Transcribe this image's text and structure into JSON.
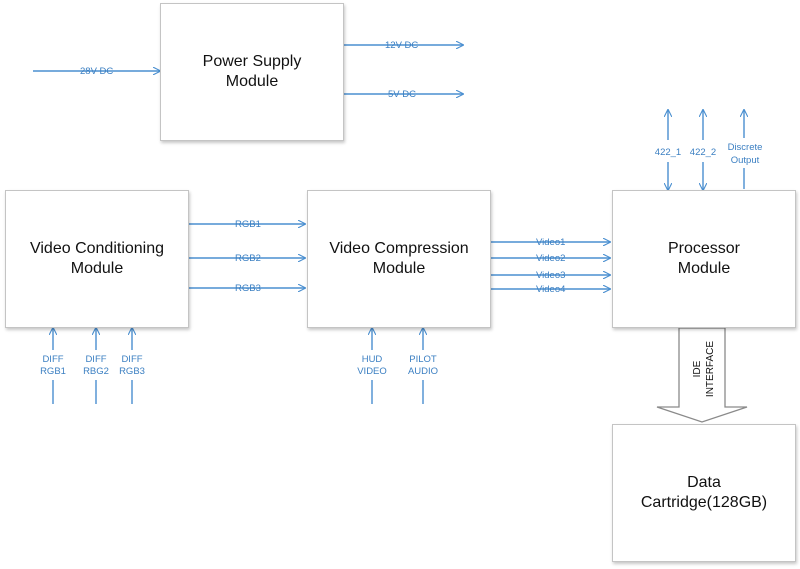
{
  "colors": {
    "arrow": "#4a8fd0",
    "label": "#3b7fc2",
    "box_border": "#c4c4c4",
    "text": "#111111"
  },
  "boxes": {
    "power_supply": "Power Supply\nModule",
    "video_conditioning": "Video Conditioning\nModule",
    "video_compression": "Video Compression\nModule",
    "processor": "Processor\nModule",
    "data_cartridge": "Data\nCartridge(128GB)"
  },
  "power": {
    "input": "28V DC",
    "out_12v": "12V DC",
    "out_5v": "5V DC"
  },
  "rgb": [
    "RGB1",
    "RGB2",
    "RGB3"
  ],
  "video": [
    "Video1",
    "Video2",
    "Video3",
    "Video4"
  ],
  "conditioning_inputs": [
    {
      "line1": "DIFF",
      "line2": "RGB1"
    },
    {
      "line1": "DIFF",
      "line2": "RBG2"
    },
    {
      "line1": "DIFF",
      "line2": "RGB3"
    }
  ],
  "compression_inputs": [
    {
      "line1": "HUD",
      "line2": "VIDEO"
    },
    {
      "line1": "PILOT",
      "line2": "AUDIO"
    }
  ],
  "processor_io": {
    "p1": "422_1",
    "p2": "422_2",
    "discrete_line1": "Discrete",
    "discrete_line2": "Output"
  },
  "ide": {
    "line1": "IDE",
    "line2": "INTERFACE"
  }
}
